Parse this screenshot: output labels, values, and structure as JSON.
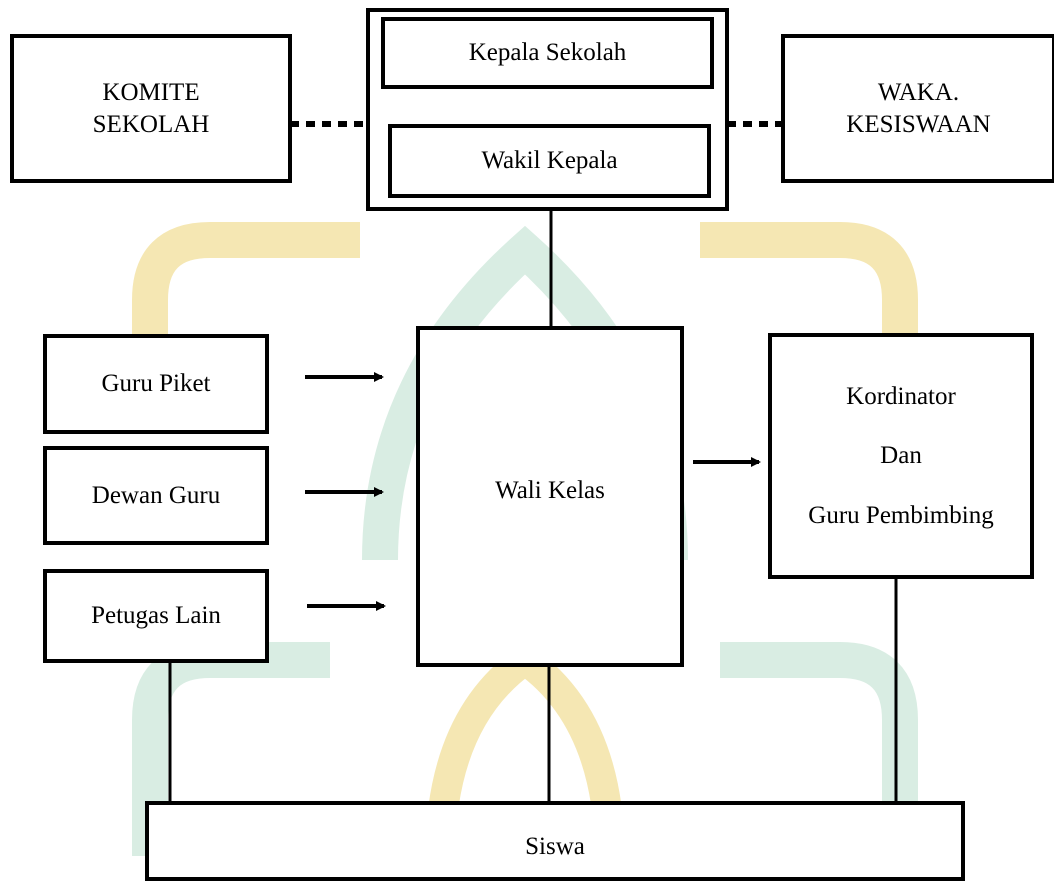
{
  "colors": {
    "stroke": "#000000",
    "watermark_gold": "#f5e7b3",
    "watermark_green": "#d9ede3"
  },
  "nodes": {
    "komite": {
      "line1": "KOMITE",
      "line2": "SEKOLAH"
    },
    "kepala_sekolah": {
      "label": "Kepala Sekolah"
    },
    "wakil_kepala": {
      "label": "Wakil Kepala"
    },
    "waka": {
      "line1": "WAKA.",
      "line2": "KESISWAAN"
    },
    "guru_piket": {
      "label": "Guru Piket"
    },
    "dewan_guru": {
      "label": "Dewan Guru"
    },
    "petugas_lain": {
      "label": "Petugas Lain"
    },
    "wali_kelas": {
      "label": "Wali Kelas"
    },
    "kordinator": {
      "line1": "Kordinator",
      "line2": "Dan",
      "line3": "Guru Pembimbing"
    },
    "siswa": {
      "label": "Siswa"
    }
  }
}
